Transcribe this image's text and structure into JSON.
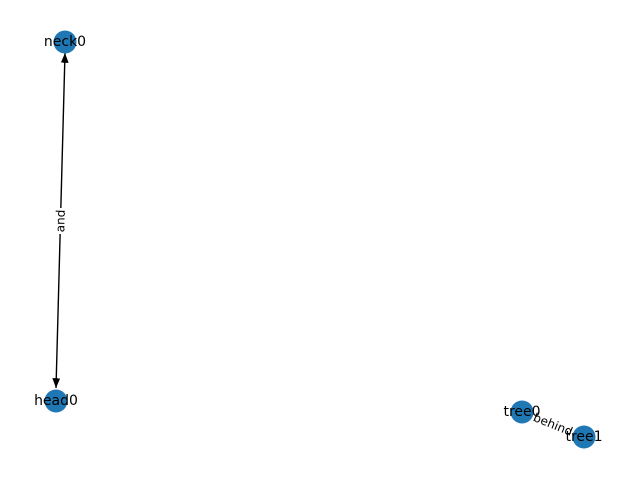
{
  "graph": {
    "nodes": [
      {
        "id": "neck0",
        "label": "neck0"
      },
      {
        "id": "head0",
        "label": "head0"
      },
      {
        "id": "tree0",
        "label": "tree0"
      },
      {
        "id": "tree1",
        "label": "tree1"
      }
    ],
    "edges": [
      {
        "from": "head0",
        "to": "neck0",
        "label": "and",
        "directed": true,
        "bidirectional": true
      },
      {
        "from": "tree0",
        "to": "tree1",
        "label": "behind",
        "directed": false,
        "bidirectional": false
      }
    ]
  },
  "colors": {
    "node_fill": "#1f77b4",
    "edge": "#000000",
    "background": "#ffffff"
  }
}
